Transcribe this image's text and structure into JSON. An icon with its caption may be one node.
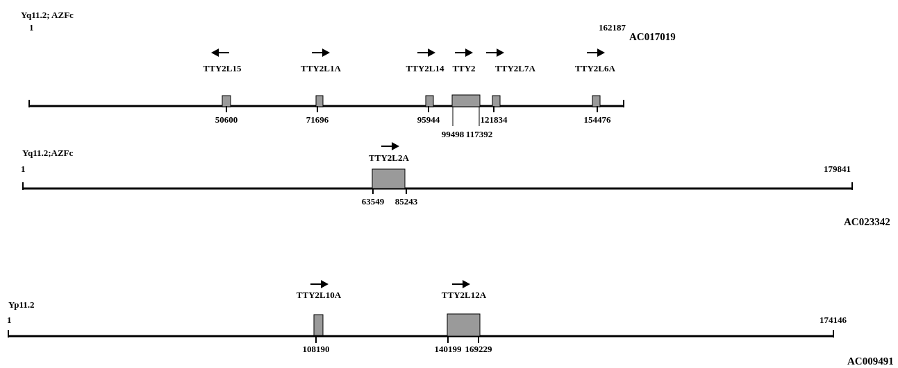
{
  "diagram": {
    "nodes": [
      {
        "text": [
          "TTY2L15"
        ],
        "beside": [
          "50600"
        ]
      },
      {
        "text": [
          "TTY2L1A"
        ],
        "beside": [
          "71696"
        ]
      },
      {
        "text": [
          "TTY2L14"
        ],
        "beside": [
          "95944"
        ]
      },
      {
        "text": [
          "TTY2"
        ],
        "beside": [
          "99498",
          "117392"
        ]
      },
      {
        "text": [
          "TTY2L7A"
        ],
        "beside": [
          "121834"
        ]
      },
      {
        "text": [
          "TTY2L6A"
        ],
        "beside": [
          "154476"
        ]
      },
      {
        "text": [
          "TTY2L2A"
        ],
        "beside": [
          "63549",
          "85243"
        ]
      },
      {
        "text": [
          "TTY2L10A"
        ],
        "beside": [
          "108190"
        ]
      },
      {
        "text": [
          "TTY2L12A"
        ],
        "beside": [
          "140199",
          "169229"
        ]
      }
    ],
    "labels": [
      "Yq11.2; AZFc",
      "1",
      "162187",
      "AC017019",
      "Yq11.2;AZFc",
      "1",
      "179841",
      "AC023342",
      "Yp11.2",
      "1",
      "174146",
      "AC009491"
    ]
  }
}
